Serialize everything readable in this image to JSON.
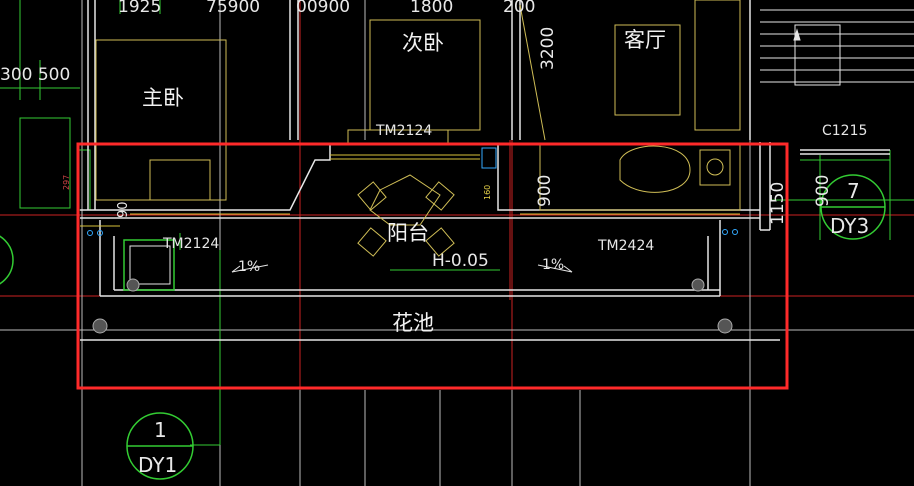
{
  "dims_top": [
    "1925",
    "75900",
    "00900",
    "1800",
    "200"
  ],
  "dim_left": "300 500",
  "dim_3200": "3200",
  "dim_900_left": "900",
  "dim_900_right": "900",
  "dim_1150": "1150",
  "dim_90": "90",
  "dim_297": "297",
  "dim_160": "160",
  "rooms": {
    "master": "主卧",
    "second": "次卧",
    "living": "客厅",
    "balcony": "阳台",
    "planter": "花池"
  },
  "door_codes": {
    "tm2124_top": "TM2124",
    "tm2124_bottom": "TM2124",
    "tm2424": "TM2424",
    "c1215": "C1215"
  },
  "elevation": "H-0.05",
  "slopes": [
    "1%",
    "1%"
  ],
  "axis_marks": [
    {
      "number": "1",
      "code": "DY1"
    },
    {
      "number": "7",
      "code": "DY3"
    }
  ],
  "colors": {
    "highlight": "#ff2a2a",
    "wall": "#e6e6e6",
    "furniture": "#d4c05a",
    "axis": "#ffffff",
    "green": "#33cc33",
    "cyan": "#33aaff"
  }
}
